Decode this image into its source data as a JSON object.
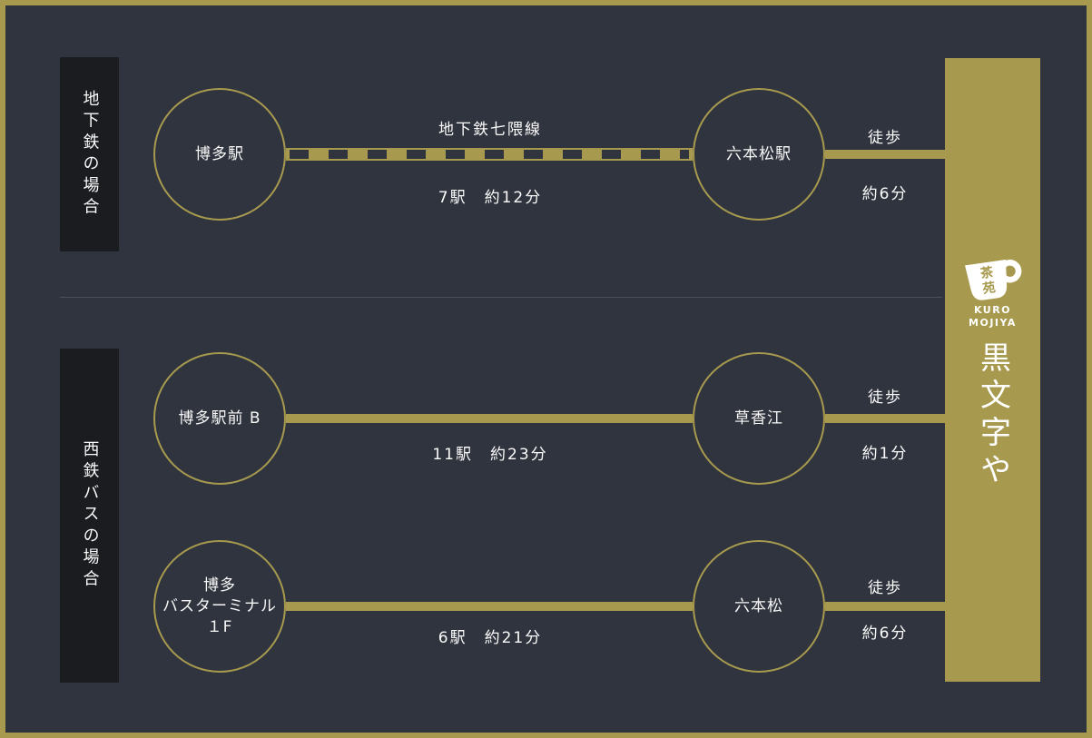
{
  "colors": {
    "background": "#30343e",
    "accent_gold": "#a79a4f",
    "section_label_bg": "#1b1c20",
    "text": "#fafafa",
    "divider": "#4c505a"
  },
  "sections": {
    "subway": {
      "label": "地下鉄の場合",
      "route": {
        "from_station": "博多駅",
        "line_name": "地下鉄七隈線",
        "line_detail": "7駅　約12分",
        "to_station": "六本松駅",
        "walk_label": "徒歩",
        "walk_detail": "約6分"
      }
    },
    "bus": {
      "label": "西鉄バスの場合",
      "route1": {
        "from_station": "博多駅前 B",
        "line_detail": "11駅　約23分",
        "to_station": "草香江",
        "walk_label": "徒歩",
        "walk_detail": "約1分"
      },
      "route2": {
        "from_station_line1": "博多",
        "from_station_line2": "バスターミナル",
        "from_station_line3": "１F",
        "line_detail": "6駅　約21分",
        "to_station": "六本松",
        "walk_label": "徒歩",
        "walk_detail": "約6分"
      }
    }
  },
  "logo": {
    "cup_char1": "茶",
    "cup_char2": "苑",
    "name_en_line1": "KURO",
    "name_en_line2": "MOJIYA",
    "name_jp": "黒文字や"
  }
}
